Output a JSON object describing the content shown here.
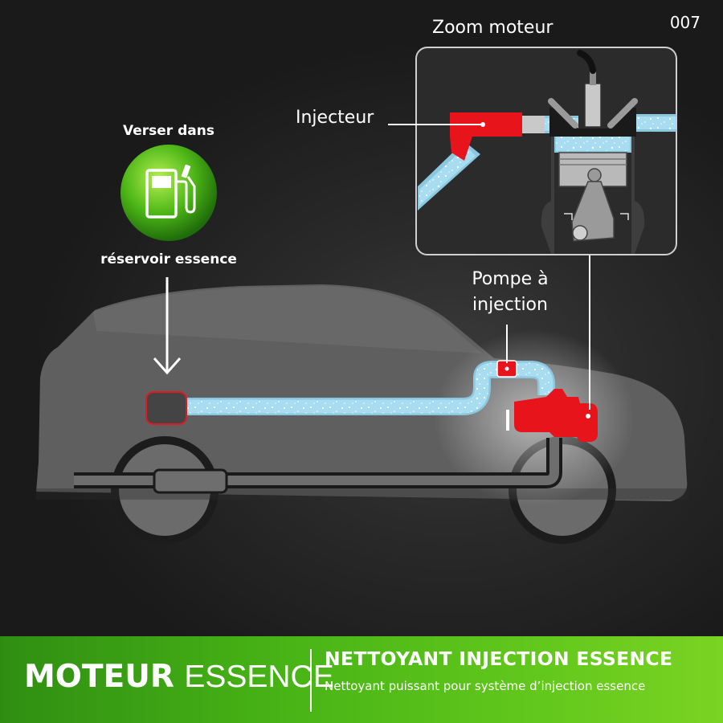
{
  "ref": "007",
  "zoom": {
    "label": "Zoom moteur"
  },
  "labels": {
    "injector": "Injecteur",
    "pump": "Pompe à injection",
    "pour_top": "Verser dans",
    "pour_bottom": "réservoir essence"
  },
  "icons": {
    "pump": "fuel-pump-icon",
    "arrow": "down-arrow-icon"
  },
  "footer": {
    "brand_bold": "MOTEUR",
    "brand_light": "ESSENCE",
    "product_title": "NETTOYANT INJECTION ESSENCE",
    "product_desc": "Nettoyant puissant pour système d’injection essence"
  },
  "colors": {
    "accent_green": "#48b416",
    "fuel_blue": "#9fd8ee",
    "engine_red": "#e8141b",
    "car_grey": "#5f5f5f"
  }
}
